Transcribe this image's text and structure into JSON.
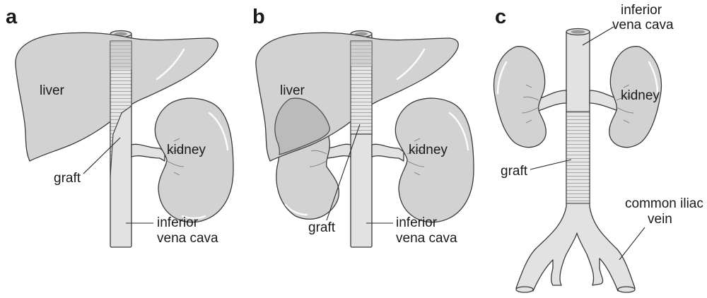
{
  "panels": [
    {
      "letter": "a",
      "labels": {
        "liver": "liver",
        "kidney": "kidney",
        "graft": "graft",
        "ivc_line1": "inferior",
        "ivc_line2": "vena cava"
      }
    },
    {
      "letter": "b",
      "labels": {
        "liver": "liver",
        "kidney": "kidney",
        "graft": "graft",
        "ivc_line1": "inferior",
        "ivc_line2": "vena cava"
      }
    },
    {
      "letter": "c",
      "labels": {
        "ivc_line1": "inferior",
        "ivc_line2": "vena cava",
        "kidney": "kidney",
        "graft": "graft",
        "iliac_line1": "common iliac",
        "iliac_line2": "vein"
      }
    }
  ],
  "colors": {
    "organ_fill": "#d2d2d2",
    "vessel_fill": "#e2e2e2",
    "outline": "#3a3a3a",
    "background": "#ffffff"
  }
}
